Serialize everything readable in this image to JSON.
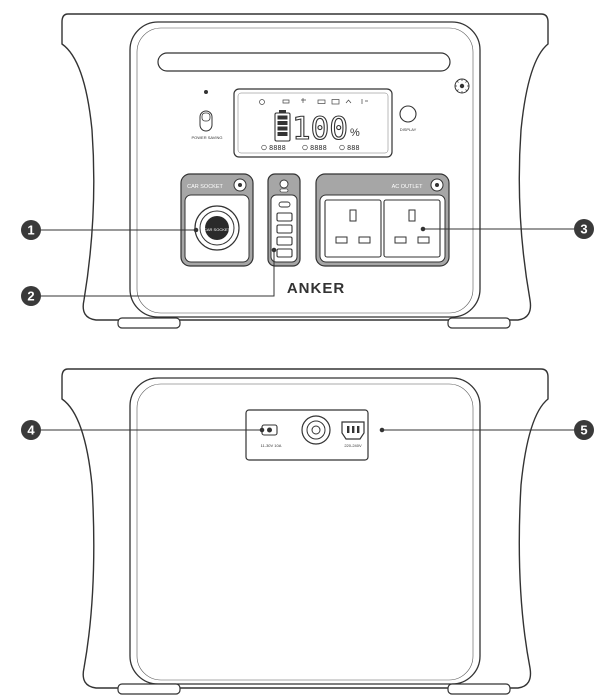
{
  "brand": "ANKER",
  "front": {
    "switch_label": "POWER SAVING",
    "display_button_label": "DISPLAY",
    "lcd": {
      "percent_value": "100",
      "percent_unit": "%",
      "input_readout": "8888",
      "output_readout": "8888",
      "time_readout": "888"
    },
    "car_socket_label": "CAR SOCKET",
    "car_socket_plug_label": "CAR SOCKET",
    "ac_outlet_label": "AC OUTLET"
  },
  "back": {
    "dc_input_label": "11-30V 10A",
    "ac_input_label": "220-240V"
  },
  "callouts": [
    "1",
    "2",
    "3",
    "4",
    "5"
  ],
  "colors": {
    "stroke": "#333333",
    "panel_gray": "#a6a6a6",
    "callout_fill": "#3a3a3a",
    "body_fill": "#ffffff"
  }
}
